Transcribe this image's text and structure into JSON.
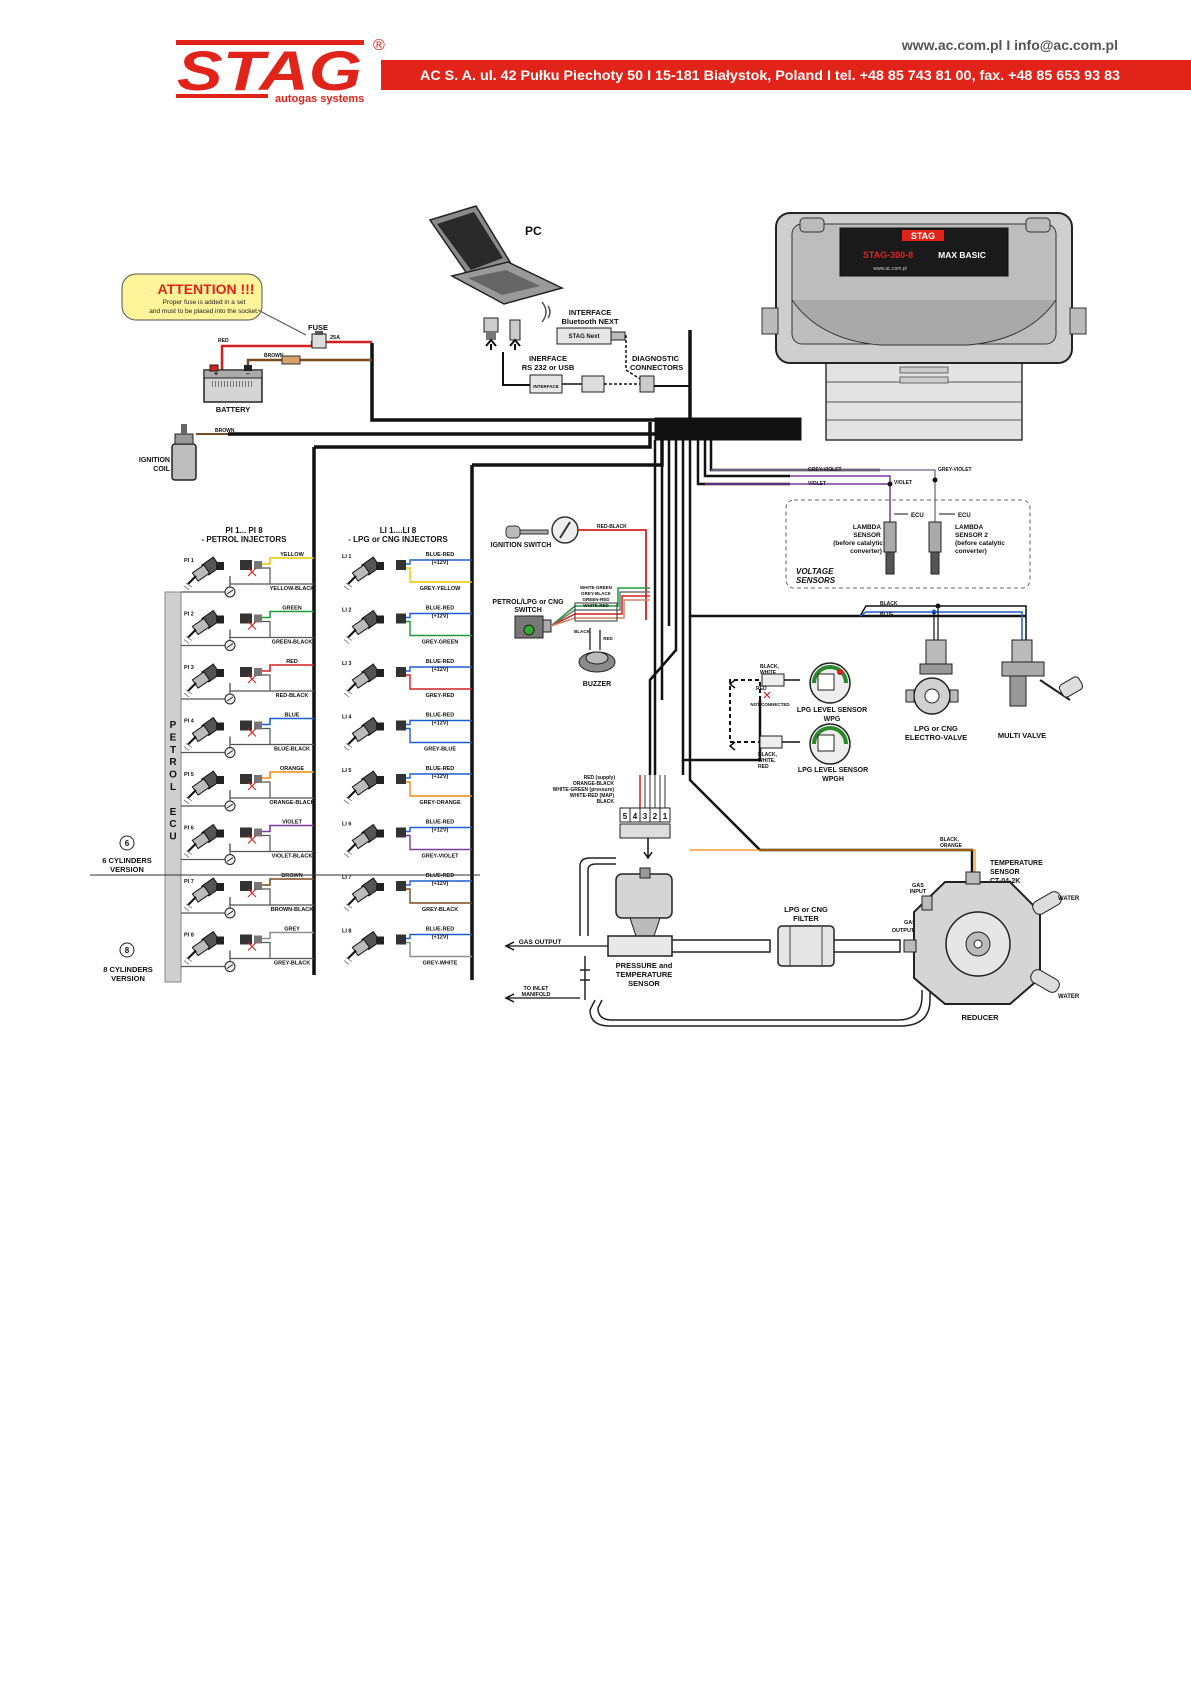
{
  "header": {
    "brand": "STAG",
    "registered": "®",
    "tagline": "autogas systems",
    "contact": "www.ac.com.pl I info@ac.com.pl",
    "address": "AC S. A. ul. 42 Pułku Piechoty 50 I 15-181 Białystok, Poland I tel. +48 85 743 81 00, fax. +48 85 653 93 83",
    "brand_color": "#e2231a"
  },
  "attention": {
    "title": "ATTENTION !!!",
    "line1": "Proper fuse is added in a set",
    "line2": "and must to be placed into the socket."
  },
  "power": {
    "fuse": "FUSE",
    "fuse_rating": "25A",
    "red": "RED",
    "brown": "BROWN",
    "battery": "BATTERY",
    "plus": "+",
    "minus": "–",
    "brown2": "BROWN",
    "ignition_coil_1": "IGNITION",
    "ignition_coil_2": "COIL"
  },
  "pc": {
    "label": "PC",
    "bt_interface_1": "INTERFACE",
    "bt_interface_2": "Bluetooth NEXT",
    "bt_box": "STAG Next",
    "usb_interface_1": "INERFACE",
    "usb_interface_2": "RS 232 or USB",
    "usb_box": "INTERFACE",
    "diagnostic_1": "DIAGNOSTIC",
    "diagnostic_2": "CONNECTORS"
  },
  "ecu": {
    "brand": "STAG",
    "model": "STAG-300-8",
    "variant": "MAX BASIC",
    "url": "www.ac.com.pl"
  },
  "petrol_injectors": {
    "title_1": "PI 1... PI 8",
    "title_2": "- PETROL INJECTORS",
    "items": [
      {
        "id": "PI 1",
        "wire": "YELLOW",
        "wire2": "YELLOW-BLACK",
        "color": "#e8c800"
      },
      {
        "id": "PI 2",
        "wire": "GREEN",
        "wire2": "GREEN-BLACK",
        "color": "#1a9a3a"
      },
      {
        "id": "PI 3",
        "wire": "RED",
        "wire2": "RED-BLACK",
        "color": "#d42020"
      },
      {
        "id": "PI 4",
        "wire": "BLUE",
        "wire2": "BLUE-BLACK",
        "color": "#1e5fd0"
      },
      {
        "id": "PI 5",
        "wire": "ORANGE",
        "wire2": "ORANGE-BLACK",
        "color": "#ef8a10"
      },
      {
        "id": "PI 6",
        "wire": "VIOLET",
        "wire2": "VIOLET-BLACK",
        "color": "#7a3aa0"
      },
      {
        "id": "PI 7",
        "wire": "BROWN",
        "wire2": "BROWN-BLACK",
        "color": "#7a4a20"
      },
      {
        "id": "PI 8",
        "wire": "GREY",
        "wire2": "GREY-BLACK",
        "color": "#909090"
      }
    ],
    "petrol_ecu_letters": [
      "P",
      "E",
      "T",
      "R",
      "O",
      "L",
      "",
      "E",
      "C",
      "U"
    ]
  },
  "lpg_injectors": {
    "title_1": "LI 1....LI 8",
    "title_2": "- LPG or CNG INJECTORS",
    "items": [
      {
        "id": "LI 1",
        "wire": "BLUE-RED",
        "volt": "(+12V)",
        "wire2": "GREY-YELLOW",
        "color": "#e8c800"
      },
      {
        "id": "LI 2",
        "wire": "BLUE-RED",
        "volt": "(+12V)",
        "wire2": "GREY-GREEN",
        "color": "#1a9a3a"
      },
      {
        "id": "LI 3",
        "wire": "BLUE-RED",
        "volt": "(+12V)",
        "wire2": "GREY-RED",
        "color": "#d42020"
      },
      {
        "id": "LI 4",
        "wire": "BLUE-RED",
        "volt": "(+12V)",
        "wire2": "GREY-BLUE",
        "color": "#1e5fd0"
      },
      {
        "id": "LI 5",
        "wire": "BLUE-RED",
        "volt": "(+12V)",
        "wire2": "GREY-ORANGE",
        "color": "#ef8a10"
      },
      {
        "id": "LI 6",
        "wire": "BLUE-RED",
        "volt": "(+12V)",
        "wire2": "GREY-VIOLET",
        "color": "#7a3aa0"
      },
      {
        "id": "LI 7",
        "wire": "BLUE-RED",
        "volt": "(+12V)",
        "wire2": "GREY-BLACK",
        "color": "#7a4a20"
      },
      {
        "id": "LI 8",
        "wire": "BLUE-RED",
        "volt": "(+12V)",
        "wire2": "GREY-WHITE",
        "color": "#909090"
      }
    ]
  },
  "versions": {
    "six_num": "6",
    "six_1": "6 CYLINDERS",
    "six_2": "VERSION",
    "eight_num": "8",
    "eight_1": "8 CYLINDERS",
    "eight_2": "VERSION"
  },
  "ignition_switch": {
    "label": "IGNITION SWITCH",
    "wire": "RED-BLACK"
  },
  "switch": {
    "label_1": "PETROL/LPG or CNG",
    "label_2": "SWITCH",
    "w1": "WHITE-GREEN",
    "w2": "GREY-BLACK",
    "w3": "GREEN-RED",
    "w4": "WHITE-RED",
    "black": "BLACK",
    "red": "RED",
    "buzzer": "BUZZER"
  },
  "lambda": {
    "grey_violet": "GREY-VIOLET",
    "violet": "VIOLET",
    "violet2": "VIOLET",
    "grey_violet2": "GREY-VIOLET",
    "ecu1": "ECU",
    "ecu2": "ECU",
    "s1_1": "LAMBDA",
    "s1_2": "SENSOR",
    "s1_3": "(before catalytic",
    "s1_4": "converter)",
    "s2_1": "LAMBDA",
    "s2_2": "SENSOR 2",
    "s2_3": "(before catalytic",
    "s2_4": "converter)",
    "voltage_1": "VOLTAGE",
    "voltage_2": "SENSORS"
  },
  "valves": {
    "black": "BLACK",
    "blue": "BLUE",
    "electro_1": "LPG or CNG",
    "electro_2": "ELECTRO-VALVE",
    "multi": "MULTI VALVE"
  },
  "level": {
    "w1_1": "BLACK,",
    "w1_2": "WHITE",
    "red": "RED",
    "not_connected": "NOT CONNECTED",
    "wpg_1": "LPG LEVEL SENSOR",
    "wpg_2": "WPG",
    "w2_1": "BLACK,",
    "w2_2": "WHITE,",
    "w2_3": "RED",
    "wpgh_1": "LPG LEVEL SENSOR",
    "wpgh_2": "WPGH"
  },
  "map": {
    "w1": "RED (supply)",
    "w2": "ORANGE-BLACK",
    "w3": "WHITE-GREEN (pressure)",
    "w4": "WHITE-RED (MAP)",
    "w5": "BLACK",
    "pins": [
      "5",
      "4",
      "3",
      "2",
      "1"
    ],
    "pressure_1": "PRESSURE and",
    "pressure_2": "TEMPERATURE",
    "pressure_3": "SENSOR",
    "gas_output": "GAS OUTPUT",
    "inlet_1": "TO INLET",
    "inlet_2": "MANIFOLD"
  },
  "filter": {
    "label_1": "LPG or CNG",
    "label_2": "FILTER"
  },
  "reducer": {
    "bo_1": "BLACK,",
    "bo_2": "ORANGE",
    "temp_1": "TEMPERATURE",
    "temp_2": "SENSOR",
    "temp_3": "CT-04-2K",
    "gas_input_1": "GAS",
    "gas_input_2": "INPUT",
    "gas_output_1": "GAS",
    "gas_output_2": "OUTPUT",
    "water1": "WATER",
    "water2": "WATER",
    "label": "REDUCER"
  }
}
